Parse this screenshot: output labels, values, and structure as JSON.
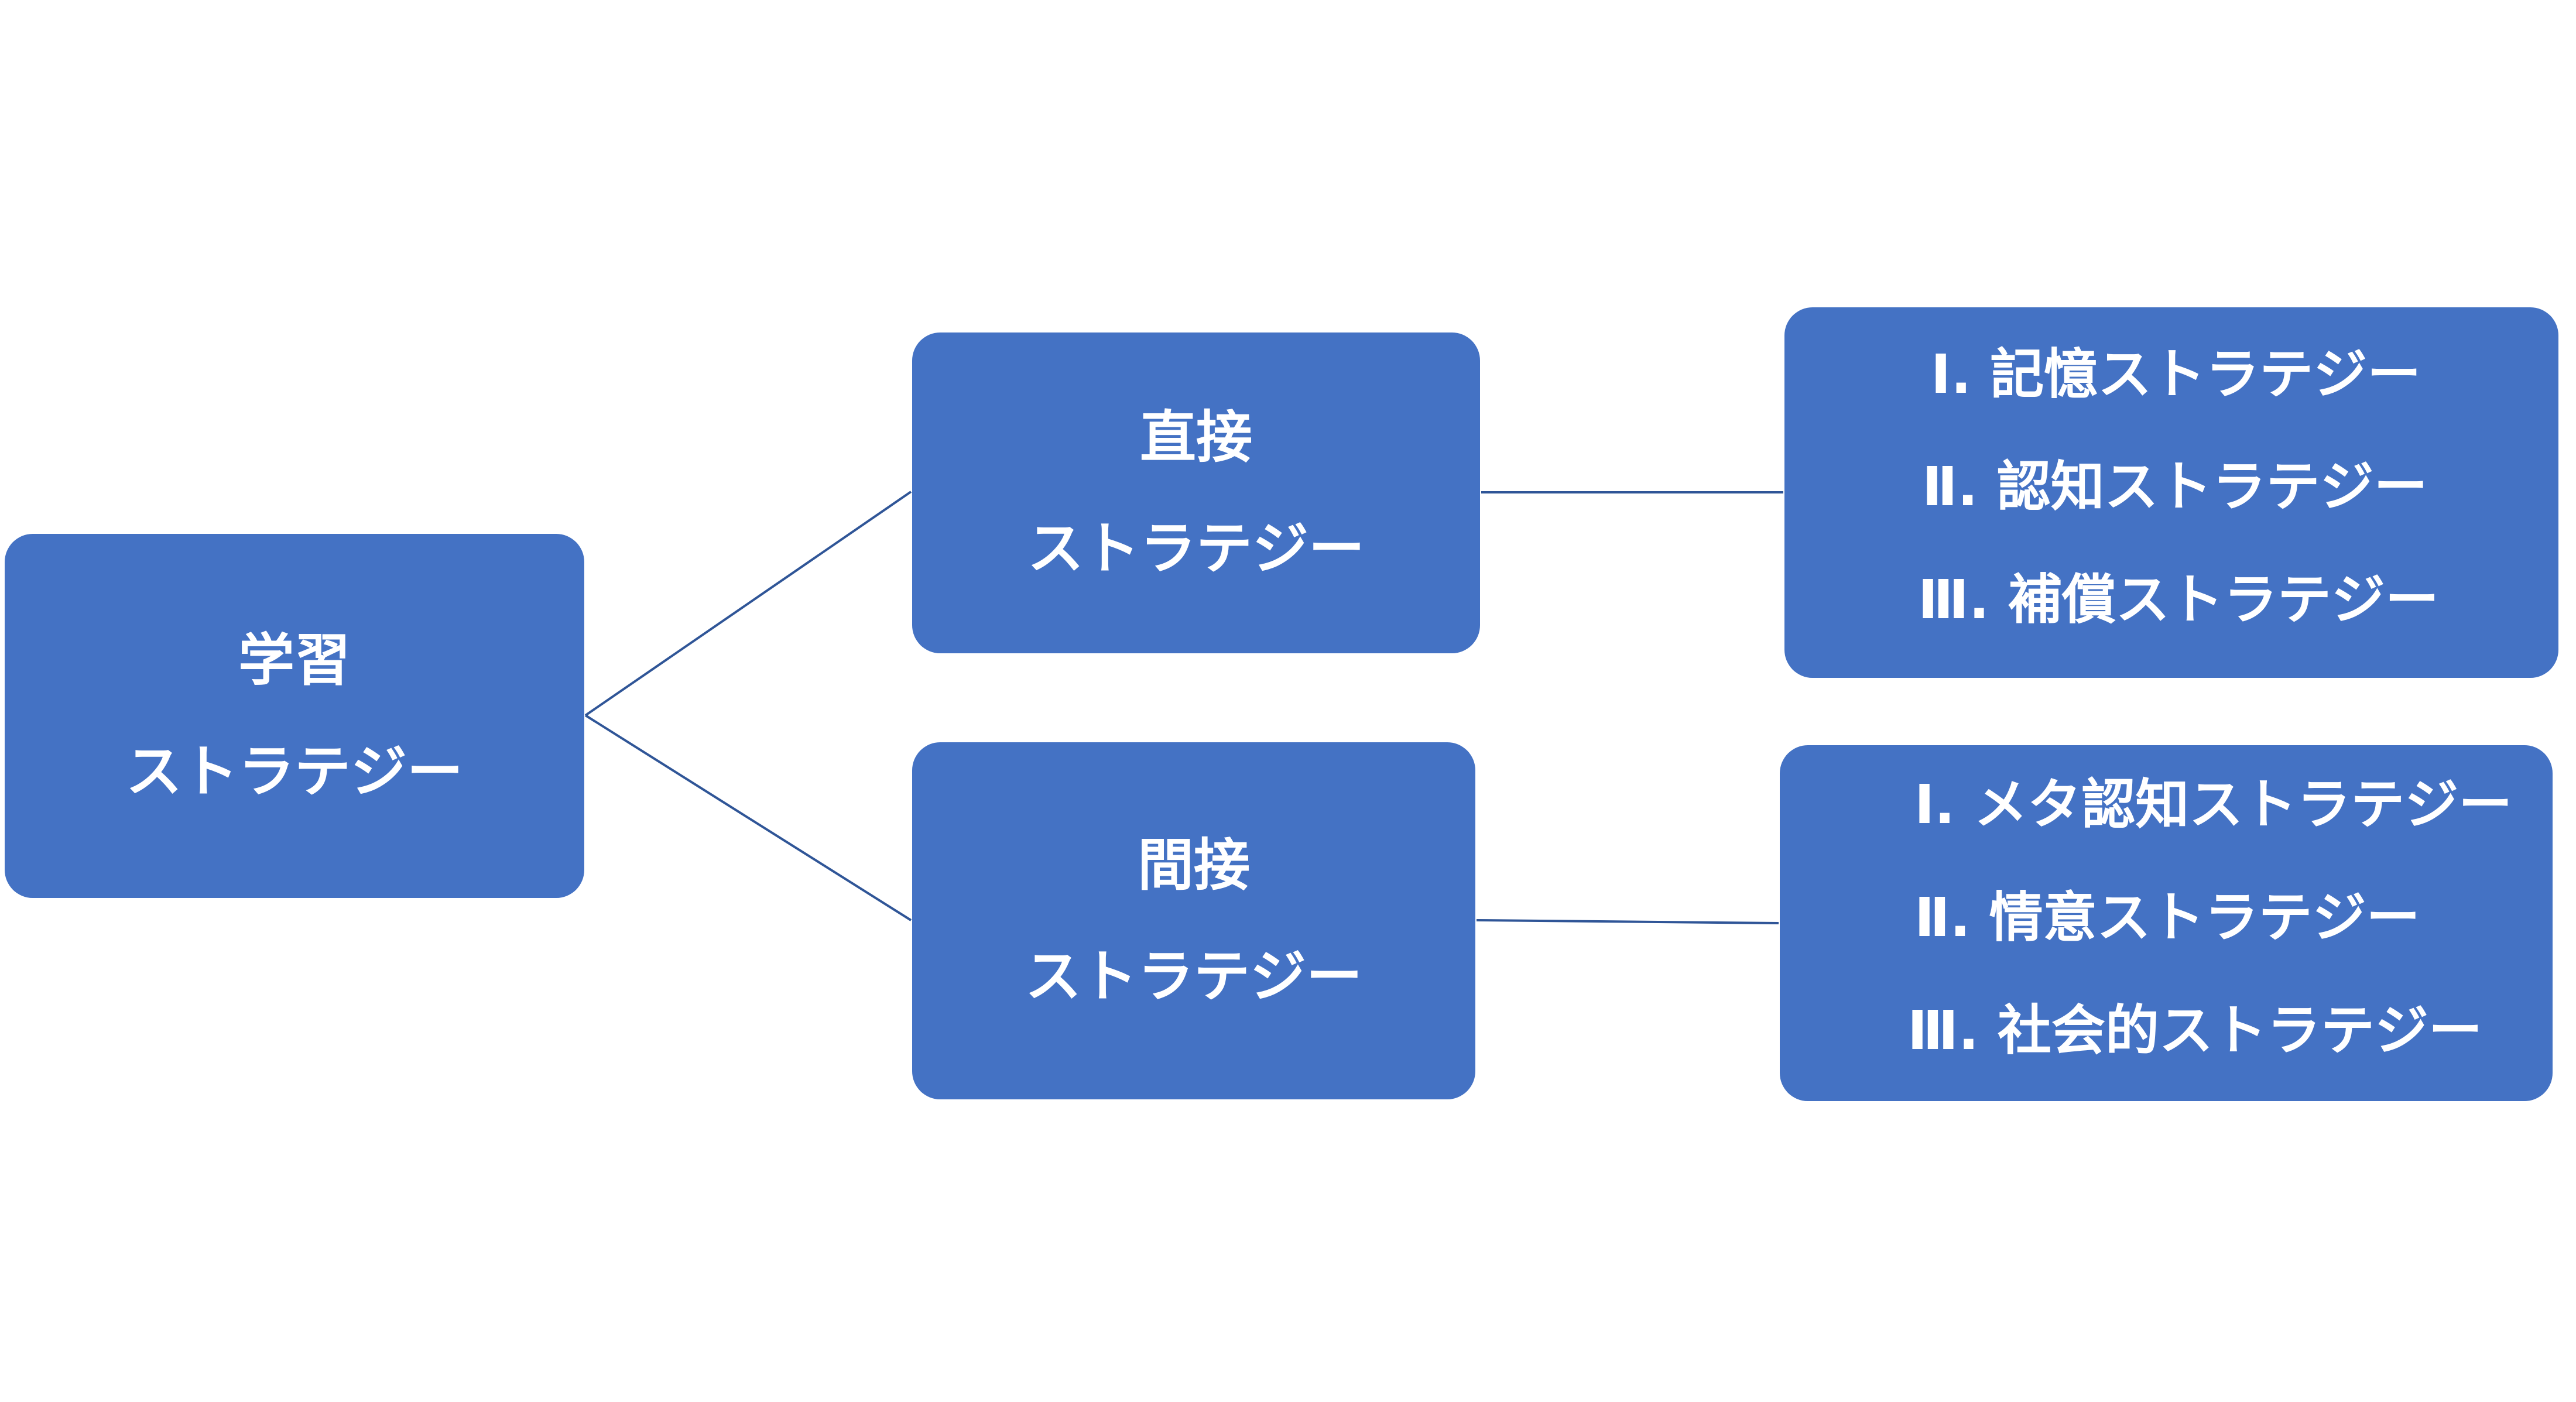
{
  "colors": {
    "node_fill": "#4472C4",
    "connector": "#2F5597",
    "text": "#FFFFFF",
    "background": "#FFFFFF"
  },
  "root": {
    "line1": "学習",
    "line2": "ストラテジー"
  },
  "direct": {
    "line1": "直接",
    "line2": "ストラテジー",
    "items": [
      {
        "num": "Ⅰ.",
        "label": "記憶ストラテジー"
      },
      {
        "num": "Ⅱ.",
        "label": "認知ストラテジー"
      },
      {
        "num": "Ⅲ.",
        "label": "補償ストラテジー"
      }
    ]
  },
  "indirect": {
    "line1": "間接",
    "line2": "ストラテジー",
    "items": [
      {
        "num": "Ⅰ.",
        "label": "メタ認知ストラテジー"
      },
      {
        "num": "Ⅱ.",
        "label": "情意ストラテジー"
      },
      {
        "num": "Ⅲ.",
        "label": "社会的ストラテジー"
      }
    ]
  }
}
